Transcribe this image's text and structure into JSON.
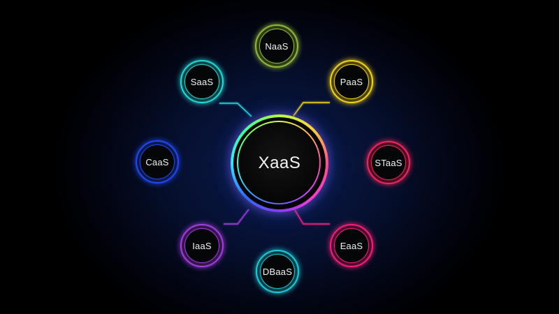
{
  "diagram": {
    "center": {
      "label": "XaaS"
    },
    "nodes": [
      {
        "id": "naas",
        "label": "NaaS",
        "color": "#8fb83a"
      },
      {
        "id": "paas",
        "label": "PaaS",
        "color": "#f2d21e"
      },
      {
        "id": "staas",
        "label": "STaaS",
        "color": "#f0265e"
      },
      {
        "id": "eaas",
        "label": "EaaS",
        "color": "#f0207a"
      },
      {
        "id": "dbaas",
        "label": "DBaaS",
        "color": "#1ec8d8"
      },
      {
        "id": "iaas",
        "label": "IaaS",
        "color": "#a23ce0"
      },
      {
        "id": "caas",
        "label": "CaaS",
        "color": "#2248f0"
      },
      {
        "id": "saas",
        "label": "SaaS",
        "color": "#24d8d8"
      }
    ]
  }
}
